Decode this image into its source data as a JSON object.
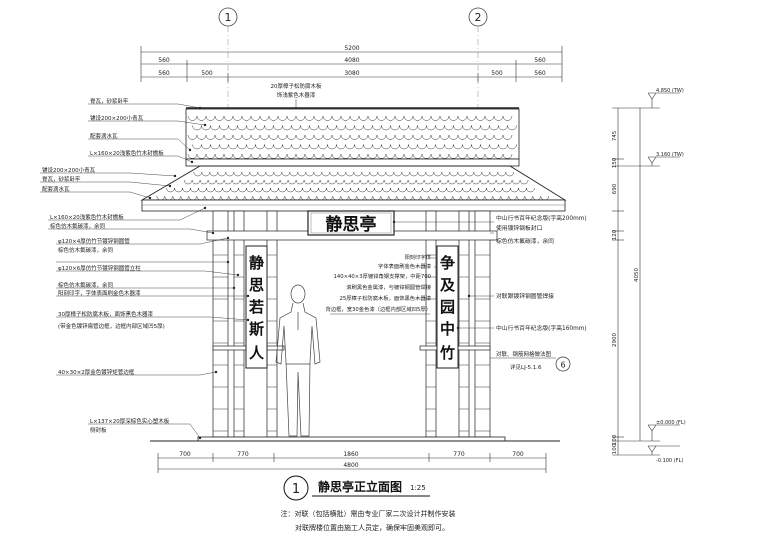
{
  "grid_axes": [
    "1",
    "2"
  ],
  "dims_top": {
    "overall": "5200",
    "row2": [
      "560",
      "4080",
      "560"
    ],
    "row3": [
      "560",
      "500",
      "3080",
      "500",
      "560"
    ]
  },
  "dims_bottom": {
    "row1": [
      "700",
      "770",
      "1860",
      "770",
      "700"
    ],
    "overall": "4800"
  },
  "dims_right": {
    "top_level": "4.850 (TW)",
    "mid_level": "3.160 (TW)",
    "segments": [
      "745",
      "150",
      "690",
      "120",
      "2900",
      "100"
    ],
    "total": "4050",
    "ground_level": "±0.000 (FL)",
    "bottom_level": "-0.100 (FL)",
    "bottom_seg": "100"
  },
  "plaque_text": "静思亭",
  "couplet_left": [
    "静",
    "思",
    "若",
    "斯",
    "人"
  ],
  "couplet_right": [
    "争",
    "及",
    "园",
    "中",
    "竹"
  ],
  "top_notes": [
    "20厚樟子松防腐木板",
    "饰浅紫色木器漆"
  ],
  "left_notes": [
    "脊瓦，砂浆卧牢",
    "铺设200×200小青瓦",
    "配套滴水瓦",
    "L×160×20浅紫色竹木封檐板",
    "铺设200×200小青瓦",
    "脊瓦，砂浆卧牢",
    "配套滴水瓦",
    "L×160×20浅紫色竹木封檐板",
    "棕色仿木氟碳漆，余同",
    "φ120×4厚仿竹节镀锌钢圆管",
    "棕色仿木氟碳漆，余同",
    "φ120×6厚仿竹节镀锌钢圆管立柱",
    "棕色仿木氟碳漆，余同",
    "阳刻印字，字体表面刷金色木器漆",
    "30厚樟子松防腐木板，面饰黑色木器漆",
    "(带金色镀锌扁管边框，边框内部区域凹5厚)",
    "40×30×2厚金色镀锌矩管边框",
    "L×137×20厚深棕色实心塑木板",
    "侧封板"
  ],
  "center_notes": [
    "阳刻印字体",
    "字体表面刷金色木器漆",
    "140×40×3厚镀锌角钢支撑架，中距700",
    "滚刷黑色金属漆，与镀锌钢圆管焊接",
    "25厚樟子松防腐木板，面饰黑色木器漆",
    "背边框，宽30金色漆（边框内部区域凹5厚）"
  ],
  "right_notes": [
    "中山行书百年纪念版(字高200mm)",
    "使用镀锌钢板封口",
    "棕色仿木氟碳漆，余同",
    "对联跟镀锌钢圆管焊接",
    "中山行书百年纪念版(字高160mm)",
    "对联、钢筋网格做法图",
    "详见LJ-5.1.6"
  ],
  "detail_ref": "6",
  "title_number": "1",
  "title": "静思亭正立面图",
  "scale": "1:25",
  "footer_notes": [
    "注：对联（包括横批）需由专业厂家二次设计并制作安装",
    "对联牌楼位置由施工人员定，确保牢固美观即可。"
  ]
}
